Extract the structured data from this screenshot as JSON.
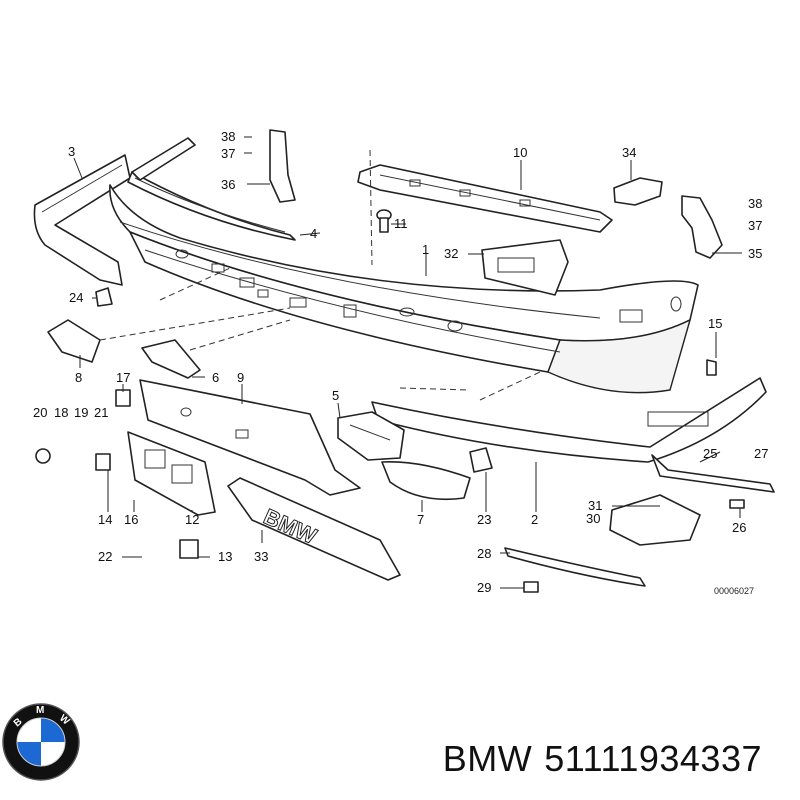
{
  "diagram": {
    "callouts": [
      "1",
      "2",
      "3",
      "4",
      "6",
      "8",
      "9",
      "10",
      "11",
      "12",
      "13",
      "14",
      "15",
      "16",
      "17",
      "18",
      "19",
      "20",
      "21",
      "22",
      "23",
      "24",
      "25",
      "26",
      "27",
      "28",
      "29",
      "30",
      "31",
      "32",
      "33",
      "34",
      "35",
      "36",
      "37",
      "38",
      "5",
      "7"
    ],
    "extra_callouts": [
      "37",
      "38"
    ],
    "reference_code": "00006027",
    "emblem_text": "BMW"
  },
  "footer": {
    "brand": "BMW",
    "part_number": "51111934337"
  },
  "logo": {
    "letters": "BMW",
    "colors": {
      "blue": "#1c69d4",
      "white": "#ffffff",
      "ring": "#111111"
    }
  }
}
